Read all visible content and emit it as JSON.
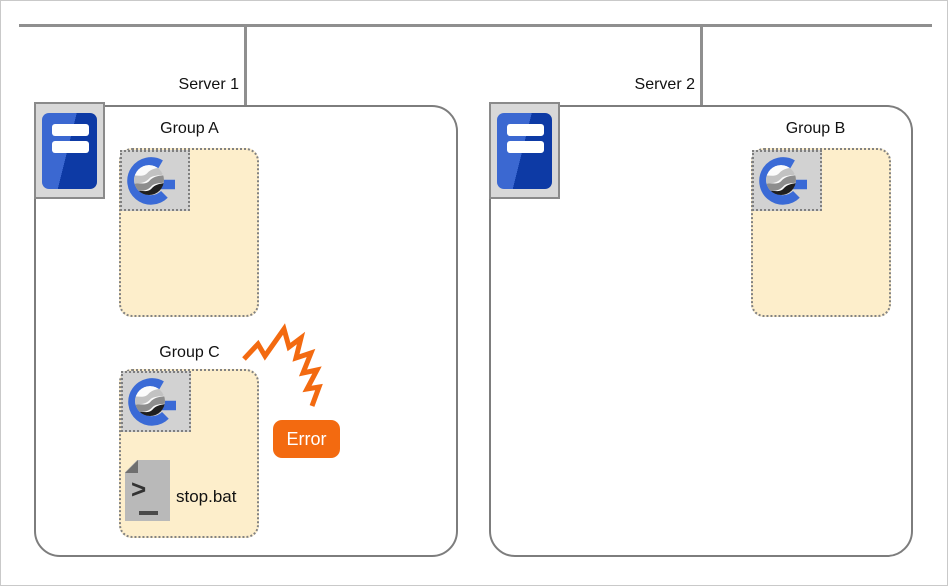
{
  "server1": {
    "label": "Server 1"
  },
  "server2": {
    "label": "Server 2"
  },
  "group_a": {
    "label": "Group A"
  },
  "group_b": {
    "label": "Group B"
  },
  "group_c": {
    "label": "Group C",
    "script_file": "stop.bat",
    "error_badge": "Error",
    "prompt_glyph": ">"
  },
  "icons": {
    "server_icon": "server-tower",
    "group_logo_icon": "g-globe-logo",
    "script_file_icon": "batch-file",
    "error_spark_icon": "error-spark"
  },
  "colors": {
    "accent_orange": "#f36a10",
    "logo_blue": "#3a6ad6",
    "server_blue_light": "#3b68d1",
    "server_blue_dark": "#0d3aa5",
    "group_fill": "#fdeecb",
    "line_gray": "#8f8f8f",
    "border_gray": "#7d7d7d"
  }
}
